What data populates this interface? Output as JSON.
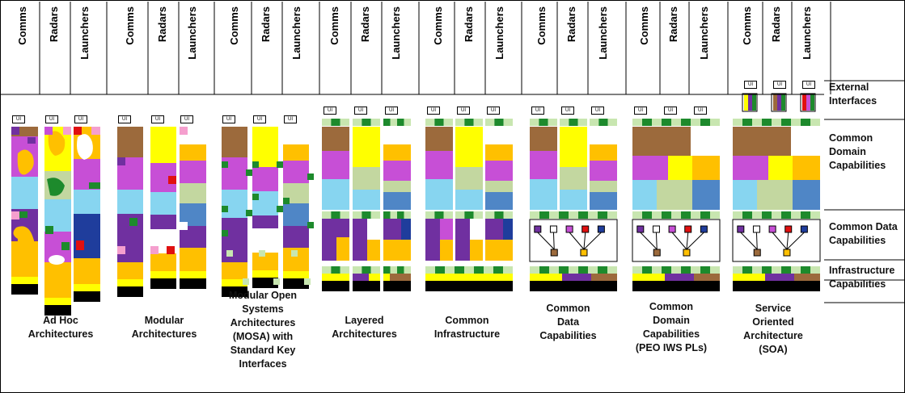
{
  "colors": {
    "brown": "#9c6a3c",
    "purple": "#c74fd6",
    "yellow": "#ffff00",
    "lightblue": "#87d5f0",
    "sage": "#c3d7a0",
    "blue": "#4f86c6",
    "darkpurple": "#7030a0",
    "orange": "#ffc000",
    "green": "#1d8a2c",
    "lightgreen": "#c8e6b0",
    "black": "#000000",
    "navy": "#1f3d9c",
    "red": "#e01010",
    "pink": "#f59fce",
    "white": "#ffffff"
  },
  "columns": [
    "Comms",
    "Radars",
    "Launchers"
  ],
  "ui_label": "UI",
  "architectures": [
    {
      "id": "adhoc",
      "label": "Ad Hoc\nArchitectures"
    },
    {
      "id": "modular",
      "label": "Modular\nArchitectures"
    },
    {
      "id": "mosa",
      "label": "Modular Open\nSystems\nArchitectures\n(MOSA) with\nStandard Key\nInterfaces"
    },
    {
      "id": "layered",
      "label": "Layered\nArchitectures"
    },
    {
      "id": "common-infra",
      "label": "Common\nInfrastructure"
    },
    {
      "id": "common-data",
      "label": "Common\nData\nCapabilities"
    },
    {
      "id": "common-domain",
      "label": "Common\nDomain\nCapabilities\n(PEO IWS PLs)"
    },
    {
      "id": "soa",
      "label": "Service\nOriented\nArchitecture\n(SOA)"
    }
  ],
  "layers": [
    {
      "id": "external",
      "label": "External\nInterfaces"
    },
    {
      "id": "domain",
      "label": "Common\nDomain\nCapabilities"
    },
    {
      "id": "data",
      "label": "Common Data\nCapabilities"
    },
    {
      "id": "infra",
      "label": "Infrastructure\nCapabilities"
    }
  ]
}
